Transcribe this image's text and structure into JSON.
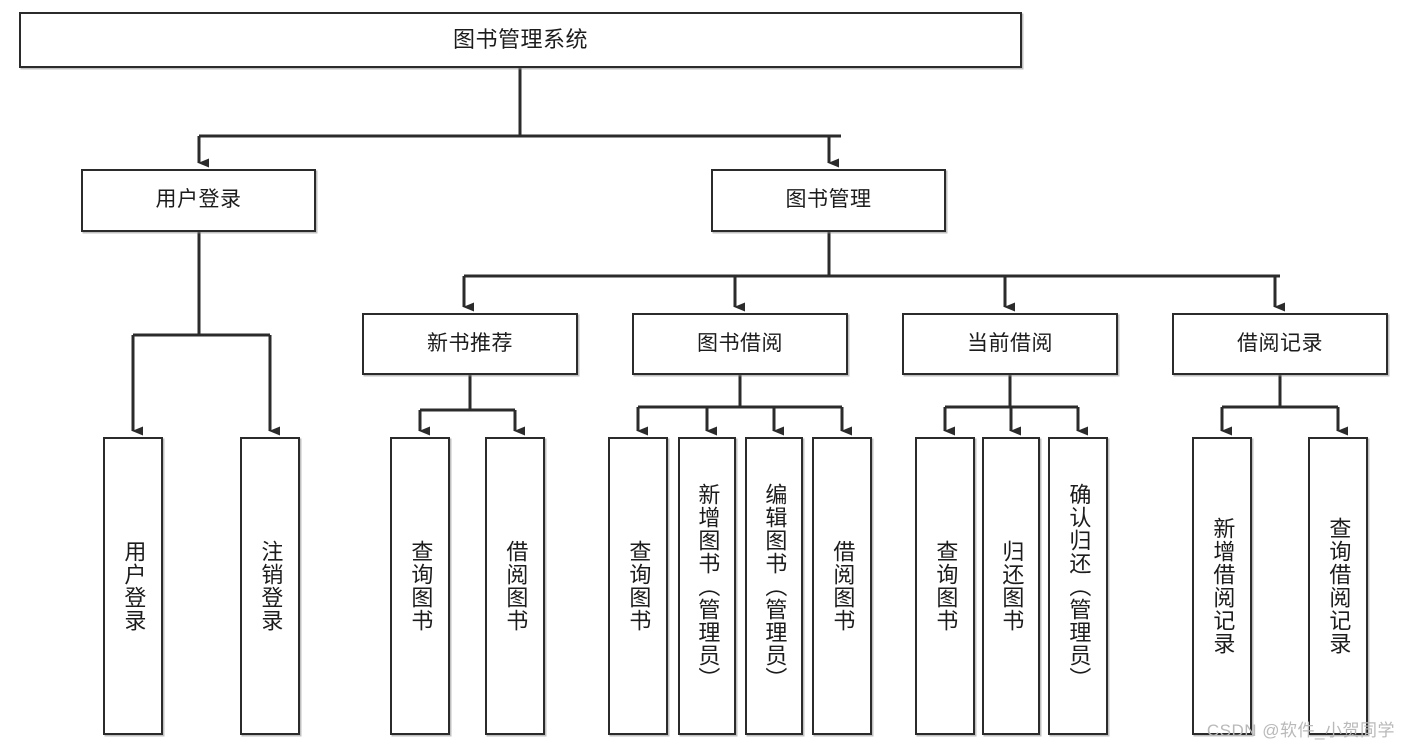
{
  "diagram": {
    "title": "图书管理系统",
    "type": "tree-hierarchy-chart",
    "colors": {
      "box_border": "#2b2b2b",
      "box_fill": "#ffffff",
      "edge": "#2b2b2b",
      "text": "#1c1c1c",
      "watermark": "#b9b9b9",
      "background": "#ffffff"
    },
    "root": {
      "label": "图书管理系统"
    },
    "level2": [
      {
        "label": "用户登录"
      },
      {
        "label": "图书管理"
      }
    ],
    "level3": [
      {
        "label": "新书推荐"
      },
      {
        "label": "图书借阅"
      },
      {
        "label": "当前借阅"
      },
      {
        "label": "借阅记录"
      }
    ],
    "leaves_user_login": [
      {
        "label": "用户登录"
      },
      {
        "label": "注销登录"
      }
    ],
    "leaves_new_book": [
      {
        "label": "查询图书"
      },
      {
        "label": "借阅图书"
      }
    ],
    "leaves_book_borrow": [
      {
        "label": "查询图书"
      },
      {
        "label": "新增图书（管理员）"
      },
      {
        "label": "编辑图书（管理员）"
      },
      {
        "label": "借阅图书"
      }
    ],
    "leaves_current_borrow": [
      {
        "label": "查询图书"
      },
      {
        "label": "归还图书"
      },
      {
        "label": "确认归还（管理员）"
      }
    ],
    "leaves_borrow_record": [
      {
        "label": "新增借阅记录"
      },
      {
        "label": "查询借阅记录"
      }
    ]
  },
  "watermark": {
    "text": "CSDN @软件_小贺同学"
  }
}
